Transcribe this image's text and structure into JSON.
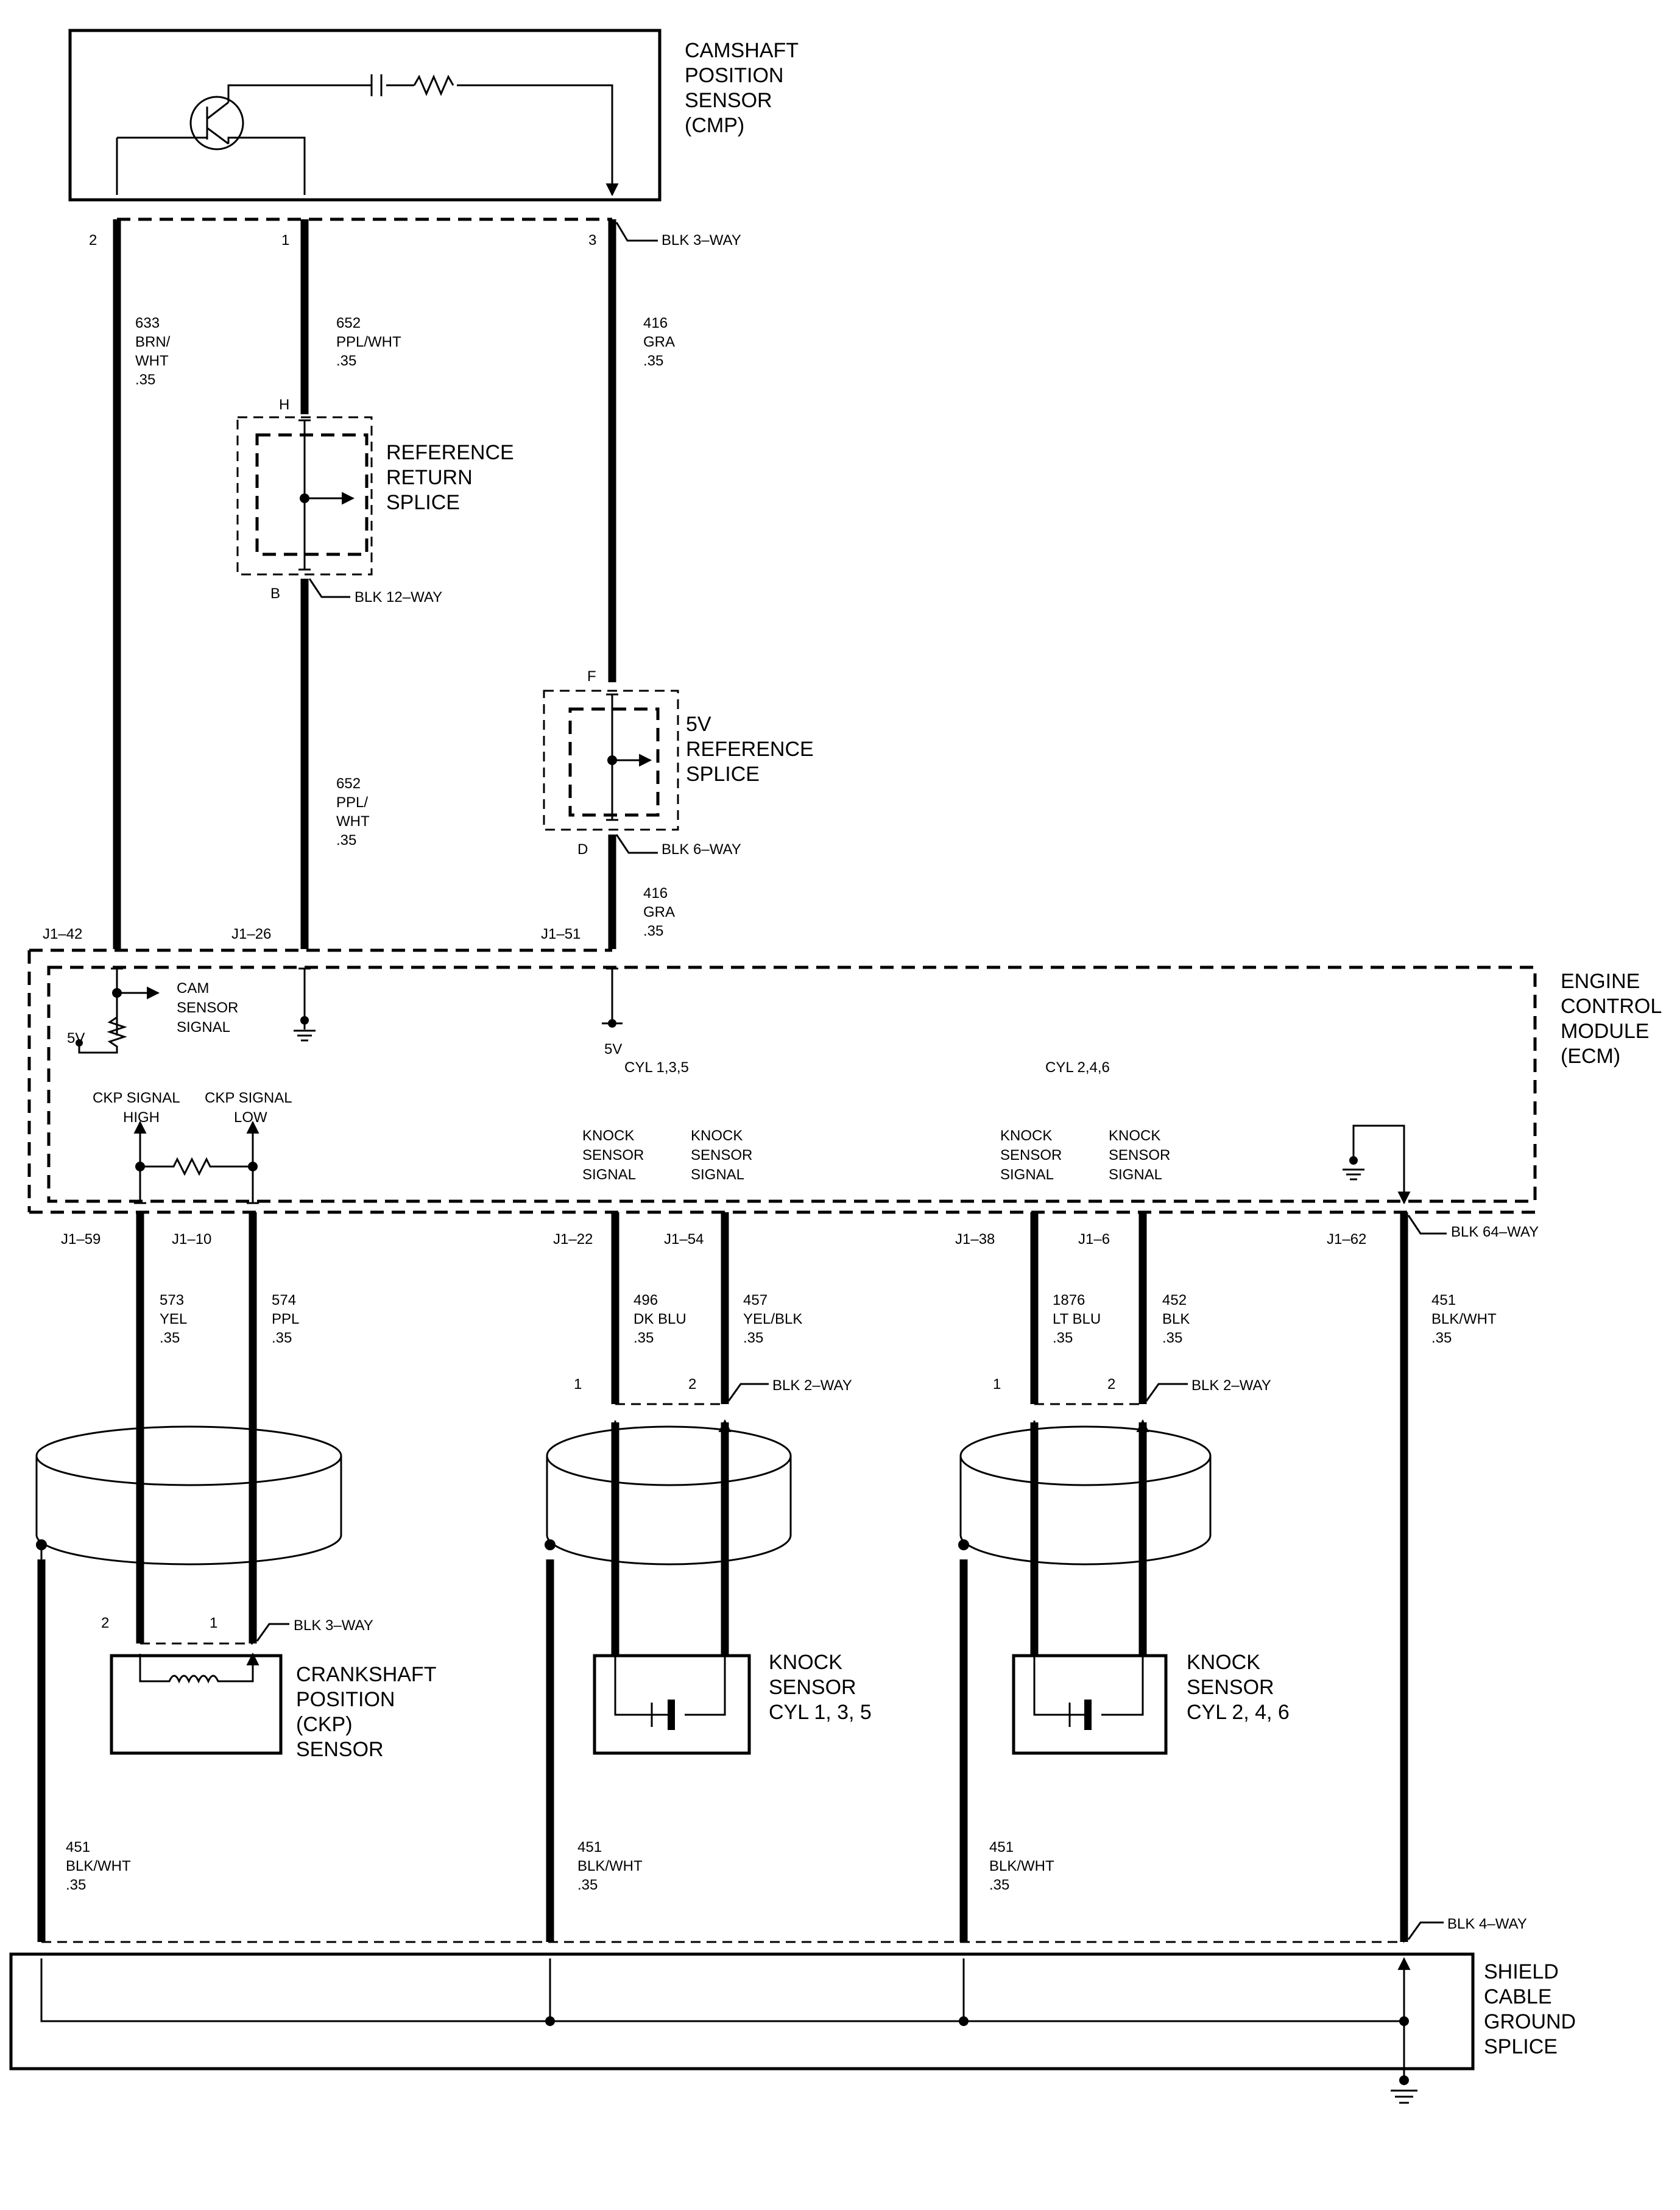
{
  "components": {
    "cmp": [
      "CAMSHAFT",
      "POSITION",
      "SENSOR",
      "(CMP)"
    ],
    "ref_return_splice": [
      "REFERENCE",
      "RETURN",
      "SPLICE"
    ],
    "ref5v_splice": [
      "5V",
      "REFERENCE",
      "SPLICE"
    ],
    "ecm": [
      "ENGINE",
      "CONTROL",
      "MODULE",
      "(ECM)"
    ],
    "ckp": [
      "CRANKSHAFT",
      "POSITION",
      "(CKP)",
      "SENSOR"
    ],
    "ks135": [
      "KNOCK",
      "SENSOR",
      "CYL 1, 3, 5"
    ],
    "ks246": [
      "KNOCK",
      "SENSOR",
      "CYL 2, 4, 6"
    ],
    "shield_splice": [
      "SHIELD",
      "CABLE",
      "GROUND",
      "SPLICE"
    ]
  },
  "connectors": {
    "cmp_conn": "BLK 3–WAY",
    "ref_return_conn": "BLK 12–WAY",
    "ref5v_conn": "BLK 6–WAY",
    "ecm_conn": "BLK 64–WAY",
    "ks135_conn": "BLK 2–WAY",
    "ks246_conn": "BLK 2–WAY",
    "ckp_conn": "BLK 3–WAY",
    "shield_conn": "BLK 4–WAY"
  },
  "pins": {
    "cmp_2": "2",
    "cmp_1": "1",
    "cmp_3": "3",
    "rr_H": "H",
    "rr_B": "B",
    "r5_F": "F",
    "r5_D": "D",
    "j1_42": "J1–42",
    "j1_26": "J1–26",
    "j1_51": "J1–51",
    "j1_59": "J1–59",
    "j1_10": "J1–10",
    "j1_22": "J1–22",
    "j1_54": "J1–54",
    "j1_38": "J1–38",
    "j1_6": "J1–6",
    "j1_62": "J1–62",
    "ks135_1": "1",
    "ks135_2": "2",
    "ks246_1": "1",
    "ks246_2": "2",
    "ckp_2": "2",
    "ckp_1": "1"
  },
  "wires": {
    "w633": [
      "633",
      "BRN/",
      "WHT",
      ".35"
    ],
    "w652a": [
      "652",
      "PPL/WHT",
      ".35"
    ],
    "w652b": [
      "652",
      "PPL/",
      "WHT",
      ".35"
    ],
    "w416a": [
      "416",
      "GRA",
      ".35"
    ],
    "w416b": [
      "416",
      "GRA",
      ".35"
    ],
    "w573": [
      "573",
      "YEL",
      ".35"
    ],
    "w574": [
      "574",
      "PPL",
      ".35"
    ],
    "w496": [
      "496",
      "DK BLU",
      ".35"
    ],
    "w457": [
      "457",
      "YEL/BLK",
      ".35"
    ],
    "w1876": [
      "1876",
      "LT BLU",
      ".35"
    ],
    "w452": [
      "452",
      "BLK",
      ".35"
    ],
    "w451_top": [
      "451",
      "BLK/WHT",
      ".35"
    ],
    "w451_ckp": [
      "451",
      "BLK/WHT",
      ".35"
    ],
    "w451_ks135": [
      "451",
      "BLK/WHT",
      ".35"
    ],
    "w451_ks246": [
      "451",
      "BLK/WHT",
      ".35"
    ]
  },
  "ecm_internal": {
    "cam_signal": [
      "CAM",
      "SENSOR",
      "SIGNAL"
    ],
    "v5_left": "5V",
    "v5_mid": "5V",
    "ckp_high": [
      "CKP SIGNAL",
      "HIGH"
    ],
    "ckp_low": [
      "CKP SIGNAL",
      "LOW"
    ],
    "cyl135": "CYL 1,3,5",
    "cyl246": "CYL 2,4,6",
    "knock_signal": [
      "KNOCK",
      "SENSOR",
      "SIGNAL"
    ]
  }
}
